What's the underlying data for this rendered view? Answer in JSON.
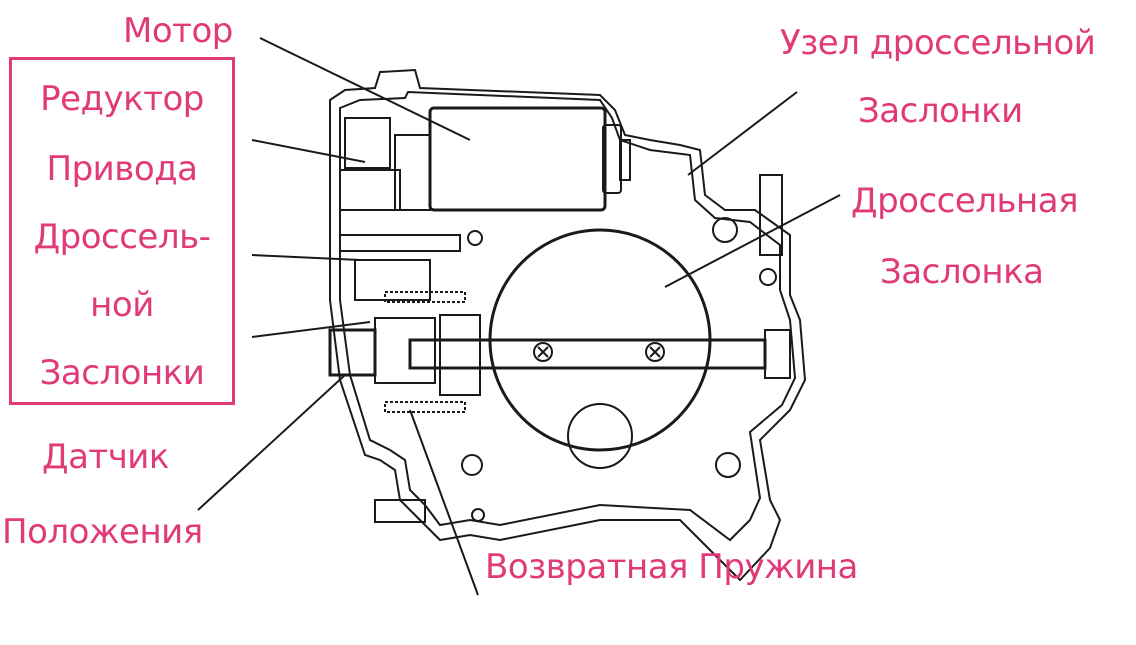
{
  "colors": {
    "label": "#e03a78",
    "line": "#1a1a1a",
    "background": "#ffffff"
  },
  "labels": {
    "motor": "Мотор",
    "throttle_body_1": "Узел дроссельной",
    "throttle_body_2": "Заслонки",
    "throttle_plate_1": "Дроссельная",
    "throttle_plate_2": "Заслонка",
    "reducer_1": "Редуктор",
    "reducer_2": "Привода",
    "reducer_3": "Дроссель-",
    "reducer_4": "ной",
    "reducer_5": "Заслонки",
    "sensor_1": "Датчик",
    "sensor_2": "Положения",
    "spring": "Возвратная Пружина"
  }
}
